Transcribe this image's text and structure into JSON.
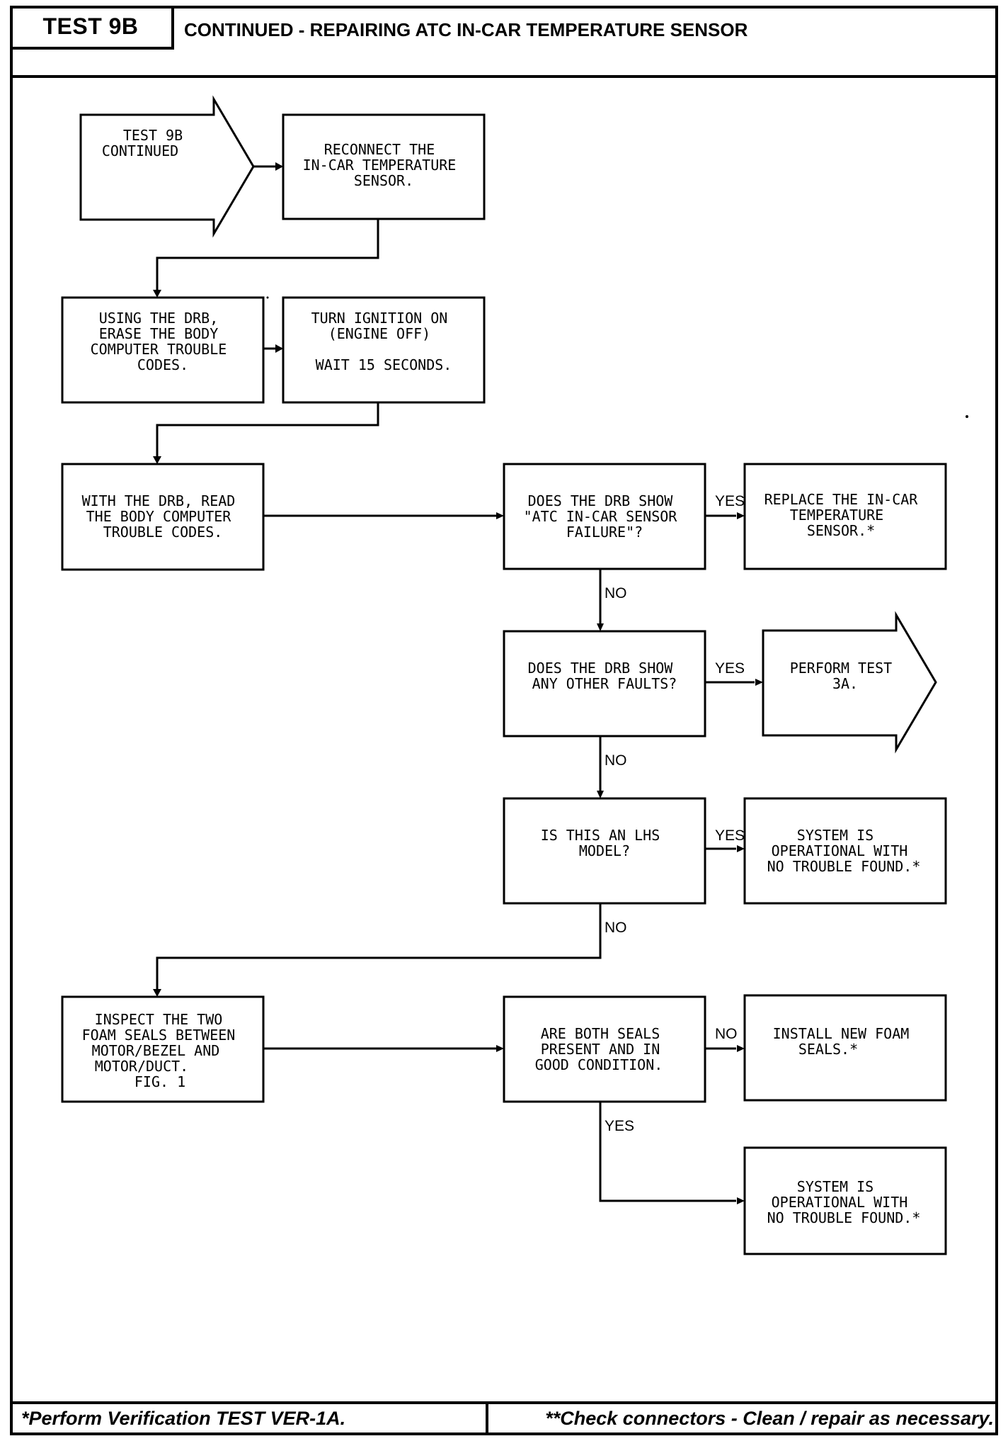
{
  "header": {
    "test_id": "TEST 9B",
    "title": "CONTINUED - REPAIRING ATC IN-CAR TEMPERATURE SENSOR"
  },
  "footer": {
    "left": "*Perform Verification TEST VER-1A.",
    "right": "**Check connectors - Clean / repair as necessary."
  },
  "nodes": {
    "start": {
      "lines": [
        "TEST 9B",
        "CONTINUED"
      ]
    },
    "reconnect": {
      "lines": [
        "RECONNECT THE",
        "IN-CAR TEMPERATURE",
        "SENSOR."
      ]
    },
    "erase": {
      "lines": [
        "USING THE DRB,",
        "ERASE THE BODY",
        "COMPUTER TROUBLE",
        "CODES."
      ]
    },
    "ignition": {
      "lines": [
        "TURN IGNITION ON",
        "(ENGINE OFF)",
        "",
        "WAIT 15 SECONDS."
      ]
    },
    "read": {
      "lines": [
        "WITH THE DRB, READ",
        "THE BODY COMPUTER",
        "TROUBLE CODES."
      ]
    },
    "q_atc": {
      "lines": [
        "DOES THE DRB SHOW",
        "\"ATC IN-CAR SENSOR",
        "FAILURE\"?"
      ]
    },
    "replace": {
      "lines": [
        "REPLACE THE IN-CAR",
        "TEMPERATURE",
        "SENSOR.*"
      ]
    },
    "q_other": {
      "lines": [
        "DOES THE DRB SHOW",
        "ANY OTHER FAULTS?"
      ]
    },
    "test3a": {
      "lines": [
        "PERFORM TEST",
        "3A."
      ]
    },
    "q_lhs": {
      "lines": [
        "IS THIS AN LHS",
        "MODEL?"
      ]
    },
    "ok1": {
      "lines": [
        "SYSTEM IS",
        "OPERATIONAL WITH",
        "NO TROUBLE FOUND.*"
      ]
    },
    "inspect": {
      "lines": [
        "INSPECT THE TWO",
        "FOAM SEALS BETWEEN",
        "MOTOR/BEZEL AND",
        "MOTOR/DUCT.",
        "FIG. 1"
      ]
    },
    "q_seals": {
      "lines": [
        "ARE BOTH SEALS",
        "PRESENT AND IN",
        "GOOD CONDITION."
      ]
    },
    "install": {
      "lines": [
        "INSTALL NEW FOAM",
        "SEALS.*"
      ]
    },
    "ok2": {
      "lines": [
        "SYSTEM IS",
        "OPERATIONAL WITH",
        "NO TROUBLE FOUND.*"
      ]
    }
  },
  "edges": {
    "atc_yes": "YES",
    "atc_no": "NO",
    "other_yes": "YES",
    "other_no": "NO",
    "lhs_yes": "YES",
    "lhs_no": "NO",
    "seals_no": "NO",
    "seals_yes": "YES"
  }
}
